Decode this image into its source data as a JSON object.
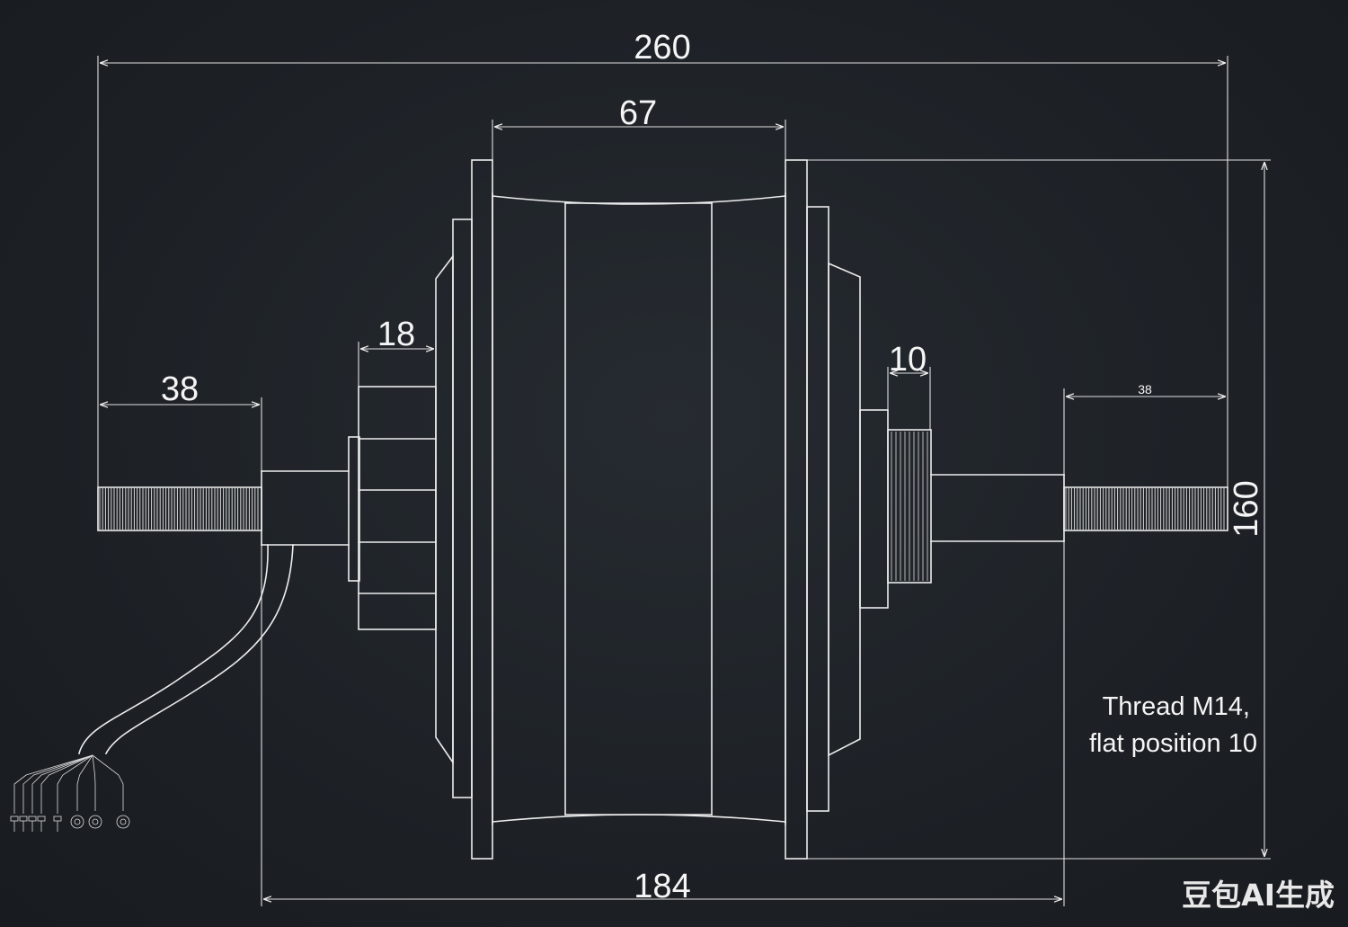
{
  "dimensions": {
    "overall_length": "260",
    "hub_width": "67",
    "left_step": "18",
    "right_step": "10",
    "left_axle": "38",
    "right_axle": "38",
    "diameter": "160",
    "flange_span": "184"
  },
  "note": {
    "line1": "Thread M14,",
    "line2": "flat position 10"
  },
  "watermark": "豆包AI生成"
}
